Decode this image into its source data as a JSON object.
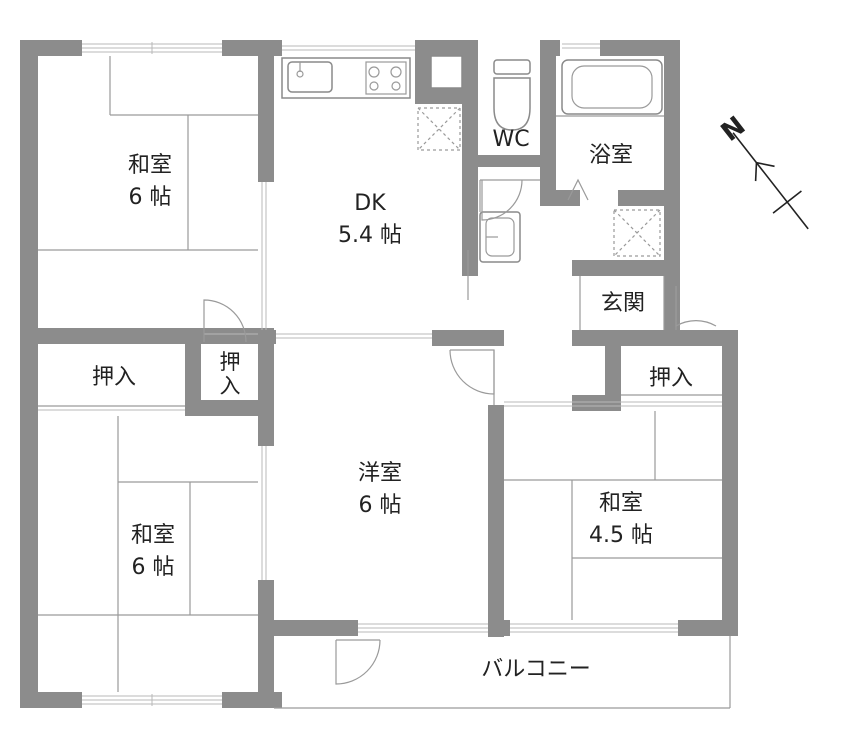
{
  "rooms": {
    "washitsu_nw": {
      "name": "和室",
      "size": "6 帖"
    },
    "dk": {
      "name": "DK",
      "size": "5.4 帖"
    },
    "wc": {
      "name": "WC"
    },
    "bath": {
      "name": "浴室"
    },
    "genkan": {
      "name": "玄関"
    },
    "oshiire_w": {
      "name": "押入"
    },
    "oshiire_small_top": "押",
    "oshiire_small_bottom": "入",
    "oshiire_e": {
      "name": "押入"
    },
    "washitsu_sw": {
      "name": "和室",
      "size": "6 帖"
    },
    "yoshitsu": {
      "name": "洋室",
      "size": "6 帖"
    },
    "washitsu_se": {
      "name": "和室",
      "size": "4.5 帖"
    },
    "balcony": {
      "name": "バルコニー"
    }
  },
  "north_letter": "N",
  "colors": {
    "wall": "#8c8c8c",
    "line": "#9a9a9a",
    "text": "#222222"
  }
}
